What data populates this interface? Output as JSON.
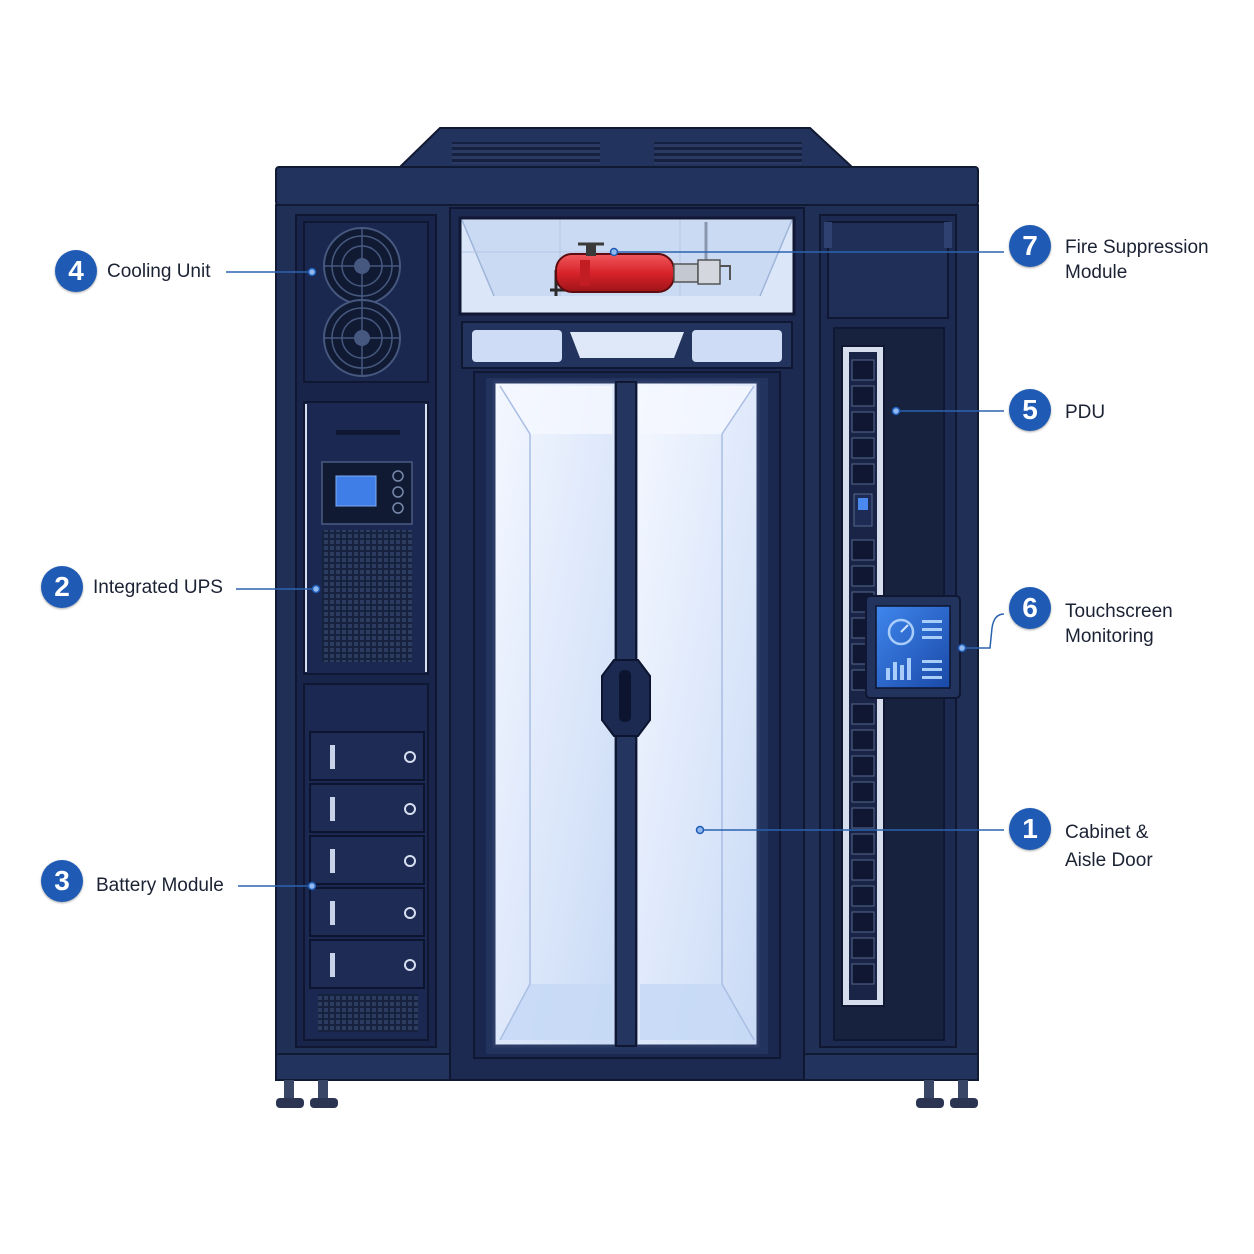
{
  "callouts": [
    {
      "number": "4",
      "lines": [
        "Cooling Unit"
      ]
    },
    {
      "number": "2",
      "lines": [
        "Integrated UPS"
      ]
    },
    {
      "number": "3",
      "lines": [
        "Battery Module"
      ]
    },
    {
      "number": "7",
      "lines": [
        "Fire Suppression",
        "Module"
      ]
    },
    {
      "number": "5",
      "lines": [
        "PDU"
      ]
    },
    {
      "number": "6",
      "lines": [
        "Touchscreen",
        "Monitoring"
      ]
    },
    {
      "number": "1",
      "lines": [
        "Cabinet &",
        "Aisle Door"
      ]
    }
  ],
  "colors": {
    "cabinet_navy": "#1f2f55",
    "cabinet_dark": "#17223f",
    "glass": "#e6eefb",
    "badge_blue": "#1f5bb5",
    "leader_line": "#2b63b0",
    "extinguisher_red": "#d8232a",
    "screen_blue": "#2f6fd6"
  },
  "icons": [
    "fan-icon",
    "extinguisher-icon",
    "touchscreen-icon",
    "door-handle-icon"
  ]
}
